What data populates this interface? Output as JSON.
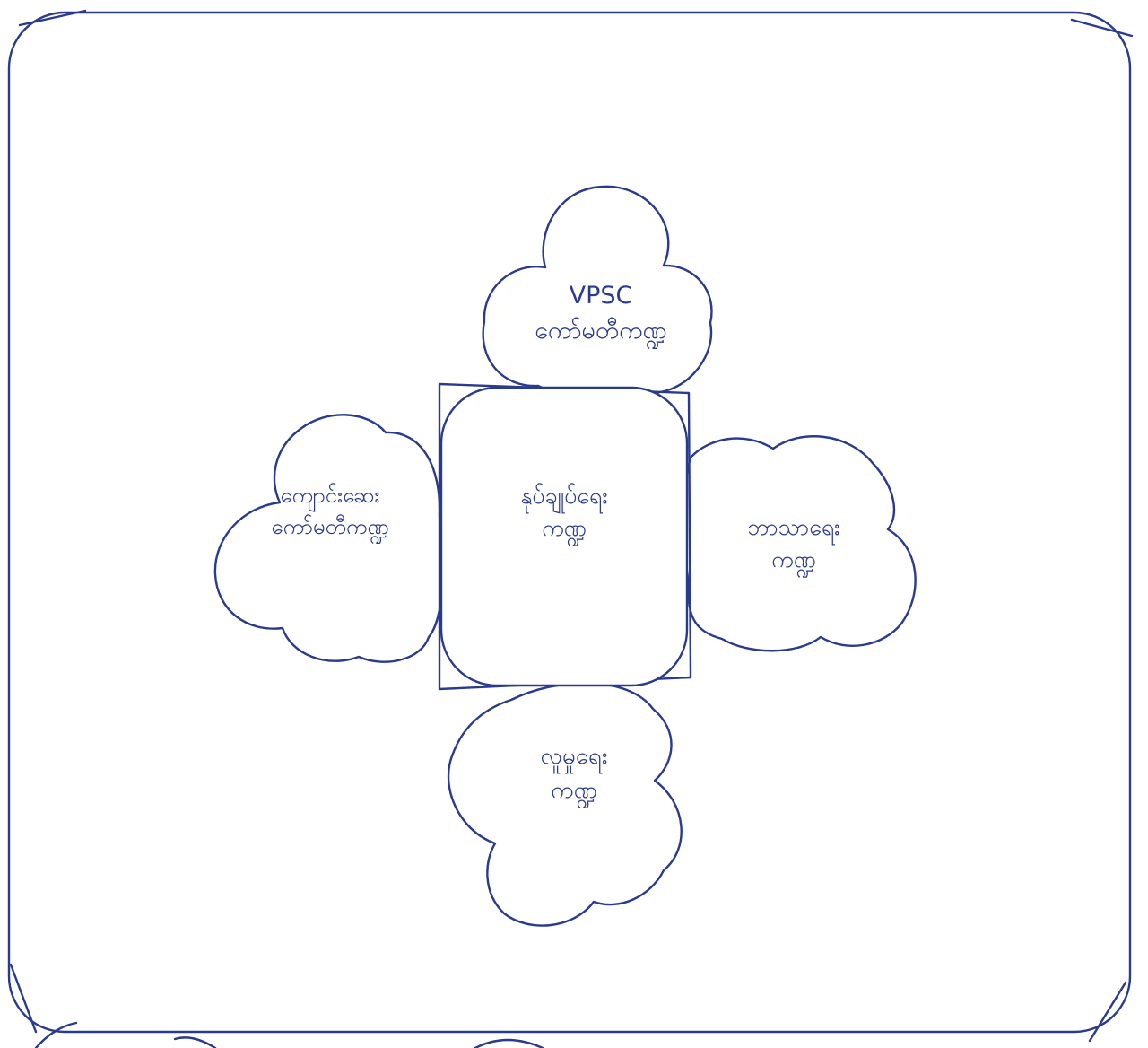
{
  "diagram": {
    "center": {
      "line1": "နုပ်ချုပ်ရေး",
      "line2": "ကဏ္ဍ"
    },
    "top": {
      "line1": "VPSC",
      "line2": "ကော်မတီကဏ္ဍ"
    },
    "left": {
      "line1": "ကျောင်းဆေး",
      "line2": "ကော်မတီကဏ္ဍ"
    },
    "right": {
      "line1": "ဘာသာရေး",
      "line2": "ကဏ္ဍ"
    },
    "bottom": {
      "line1": "လူမှုရေး",
      "line2": "ကဏ္ဍ"
    }
  },
  "colors": {
    "ink": "#2a3a8c",
    "paper": "#ffffff"
  }
}
